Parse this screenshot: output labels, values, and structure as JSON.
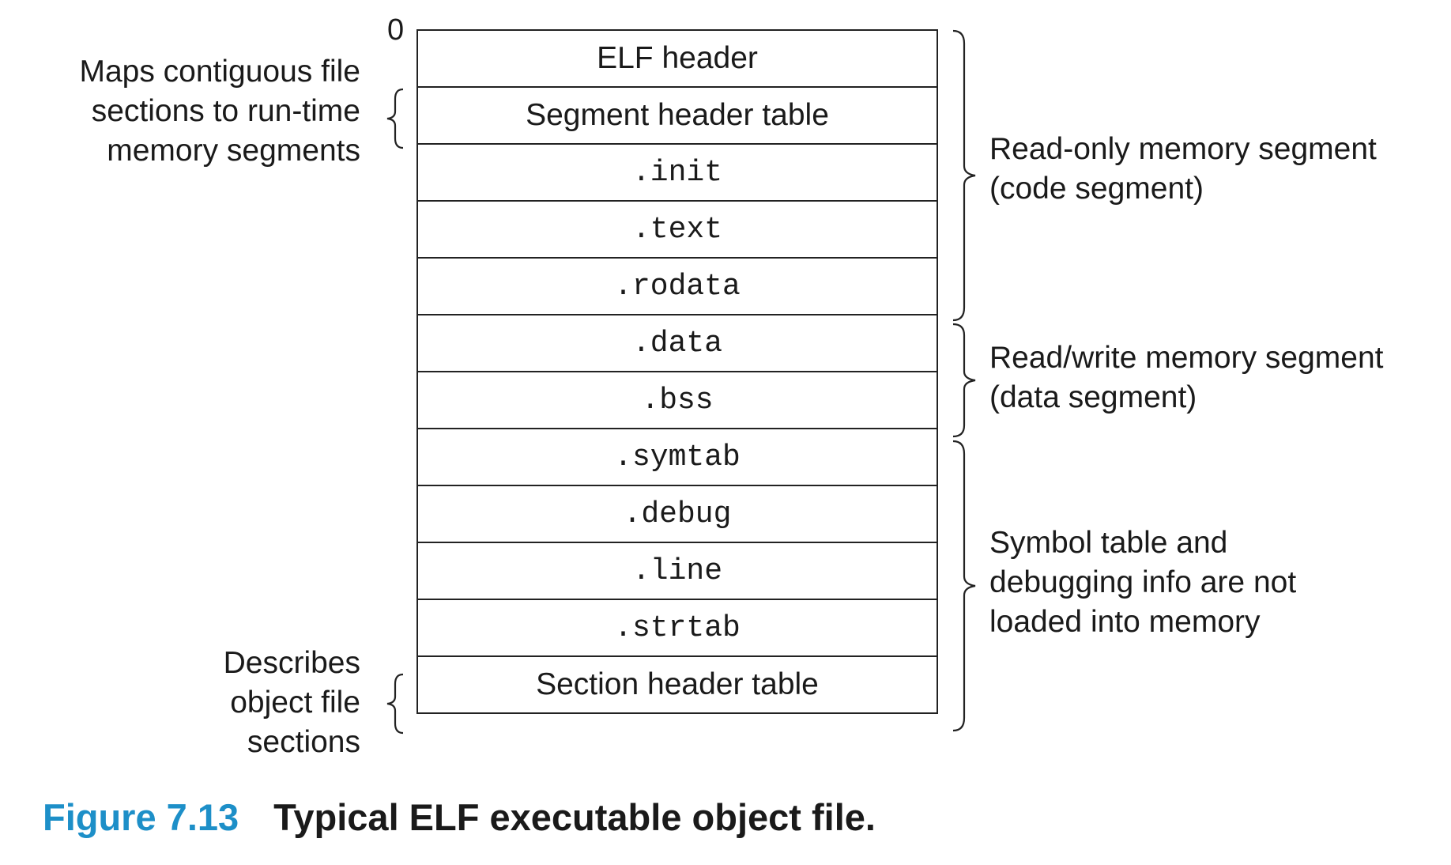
{
  "figure": {
    "offset_label": "0",
    "sections": [
      {
        "label": "ELF header",
        "mono": false
      },
      {
        "label": "Segment header table",
        "mono": false
      },
      {
        "label": ".init",
        "mono": true
      },
      {
        "label": ".text",
        "mono": true
      },
      {
        "label": ".rodata",
        "mono": true
      },
      {
        "label": ".data",
        "mono": true
      },
      {
        "label": ".bss",
        "mono": true
      },
      {
        "label": ".symtab",
        "mono": true
      },
      {
        "label": ".debug",
        "mono": true
      },
      {
        "label": ".line",
        "mono": true
      },
      {
        "label": ".strtab",
        "mono": true
      },
      {
        "label": "Section header table",
        "mono": false
      }
    ],
    "left_notes": {
      "segment_table": [
        "Maps contiguous file",
        "sections to run-time",
        "memory segments"
      ],
      "section_table": [
        "Describes",
        "object file",
        "sections"
      ]
    },
    "right_notes": {
      "read_only": [
        "Read-only memory segment",
        "(code segment)"
      ],
      "read_write": [
        "Read/write memory segment",
        "(data segment)"
      ],
      "not_loaded": [
        "Symbol table and",
        "debugging info are not",
        "loaded into memory"
      ]
    }
  },
  "caption": {
    "number": "Figure 7.13",
    "text": "Typical ELF executable object file."
  },
  "colors": {
    "caption_number": "#1d8fc8",
    "line": "#222222"
  }
}
